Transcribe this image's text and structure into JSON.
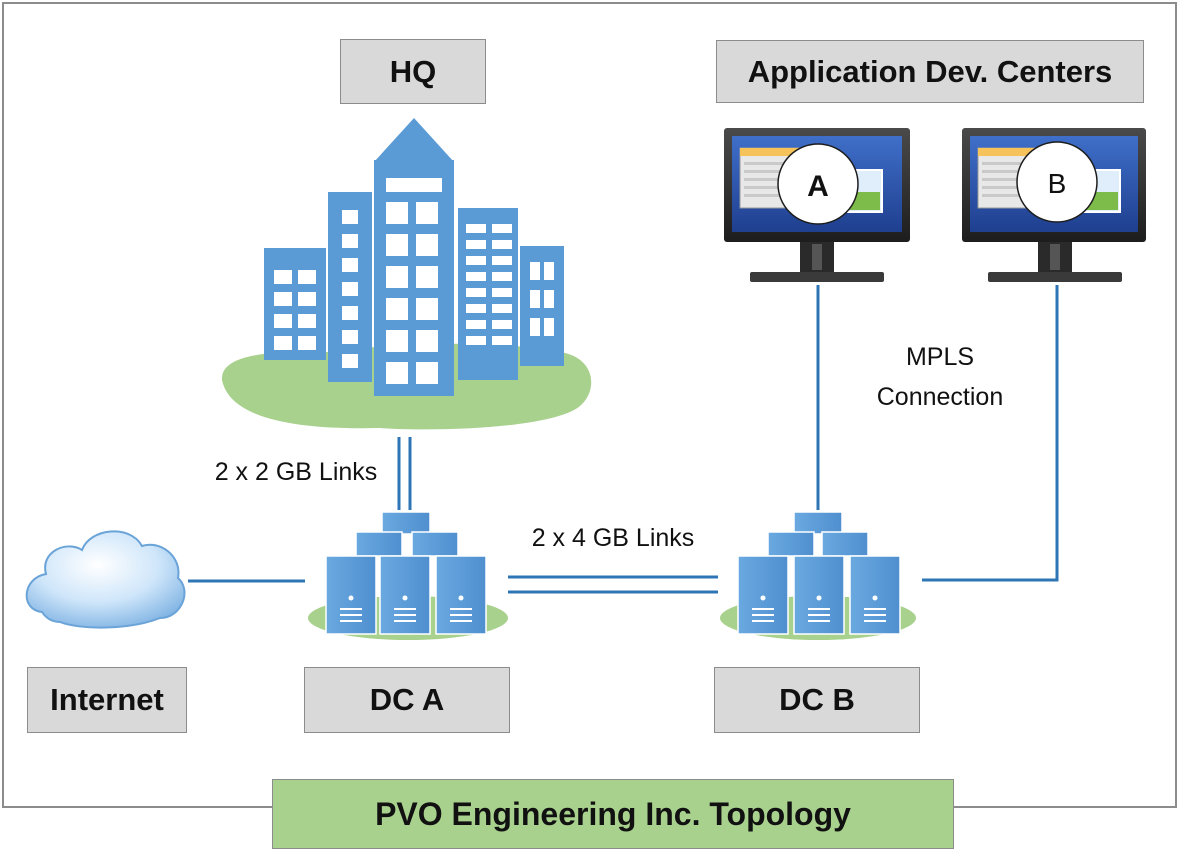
{
  "labels": {
    "hq": "HQ",
    "app_dev": "Application Dev. Centers",
    "internet": "Internet",
    "dc_a": "DC A",
    "dc_b": "DC B",
    "title": "PVO Engineering Inc. Topology"
  },
  "links": {
    "hq_dca": "2 x 2 GB Links",
    "dca_dcb": "2 x 4 GB Links",
    "mpls_line1": "MPLS",
    "mpls_line2": "Connection"
  },
  "monitors": {
    "a": "A",
    "b": "B"
  },
  "colors": {
    "building": "#5b9bd5",
    "ground": "#a9d18e",
    "line": "#2e75b6",
    "label_bg": "#d9d9d9",
    "title_bg": "#a9d18e"
  }
}
